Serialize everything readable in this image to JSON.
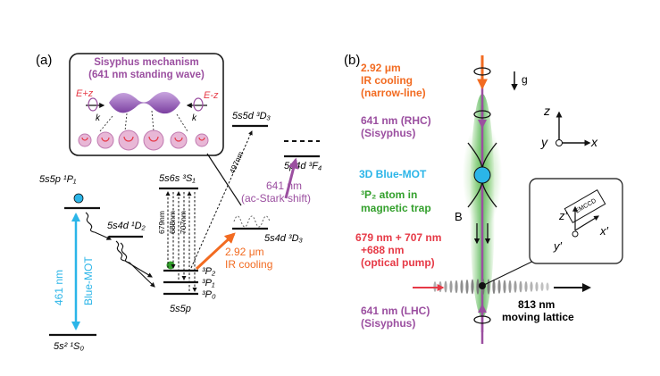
{
  "panel_a": {
    "label": "(a)",
    "box_title_1": "Sisyphus mechanism",
    "box_title_2": "(641 nm standing wave)",
    "e_plus_z": "E+z",
    "e_minus_z": "E-z",
    "k_left": "k",
    "k_right": "k",
    "level_5s5p1P1": "5s5p ¹P₁",
    "level_5s4d1D2": "5s4d ¹D₂",
    "level_5s6s3S1": "5s6s ³S₁",
    "level_5s5d3D3": "5s5d ³D₃",
    "level_5p4d3F4": "5p4d ³F₄",
    "level_5s4d3D3": "5s4d ³D₃",
    "level_3P2": "³P₂",
    "level_3P1": "³P₁",
    "level_3P0": "³P₀",
    "level_5s5p": "5s5p",
    "level_ground": "5s² ¹S₀",
    "wl_679": "679nm",
    "wl_688": "688nm",
    "wl_707": "707nm",
    "wl_497": "497nm",
    "bluemot_461": "461 nm",
    "bluemot_label": "Blue-MOT",
    "ir_1": "2.92 μm",
    "ir_2": "IR cooling",
    "acs_1": "641 nm",
    "acs_2": "(ac-Stark shift)"
  },
  "panel_b": {
    "label": "(b)",
    "ir_1": "2.92 μm",
    "ir_2": "IR cooling",
    "ir_3": "(narrow-line)",
    "g": "g",
    "rhc_1": "641 nm (RHC)",
    "rhc_2": "(Sisyphus)",
    "axis_z": "z",
    "axis_y": "y",
    "axis_x": "x",
    "mot_1": "3D Blue-MOT",
    "mot_2": "³P₂ atom in",
    "mot_3": "magnetic trap",
    "b_label": "B",
    "pump_1": "679 nm + 707 nm",
    "pump_2": "+688 nm",
    "pump_3": "(optical pump)",
    "lhc_1": "641 nm (LHC)",
    "lhc_2": "(Sisyphus)",
    "lattice_1": "813 nm",
    "lattice_2": "moving lattice",
    "inset_z": "z′",
    "inset_x": "x′",
    "inset_y": "y′",
    "emccd": "EMCCD"
  },
  "colors": {
    "orange": "#F26B21",
    "purple": "#9B4FA0",
    "cyan": "#2BB5E8",
    "green": "#33A02C",
    "red": "#E63946"
  }
}
